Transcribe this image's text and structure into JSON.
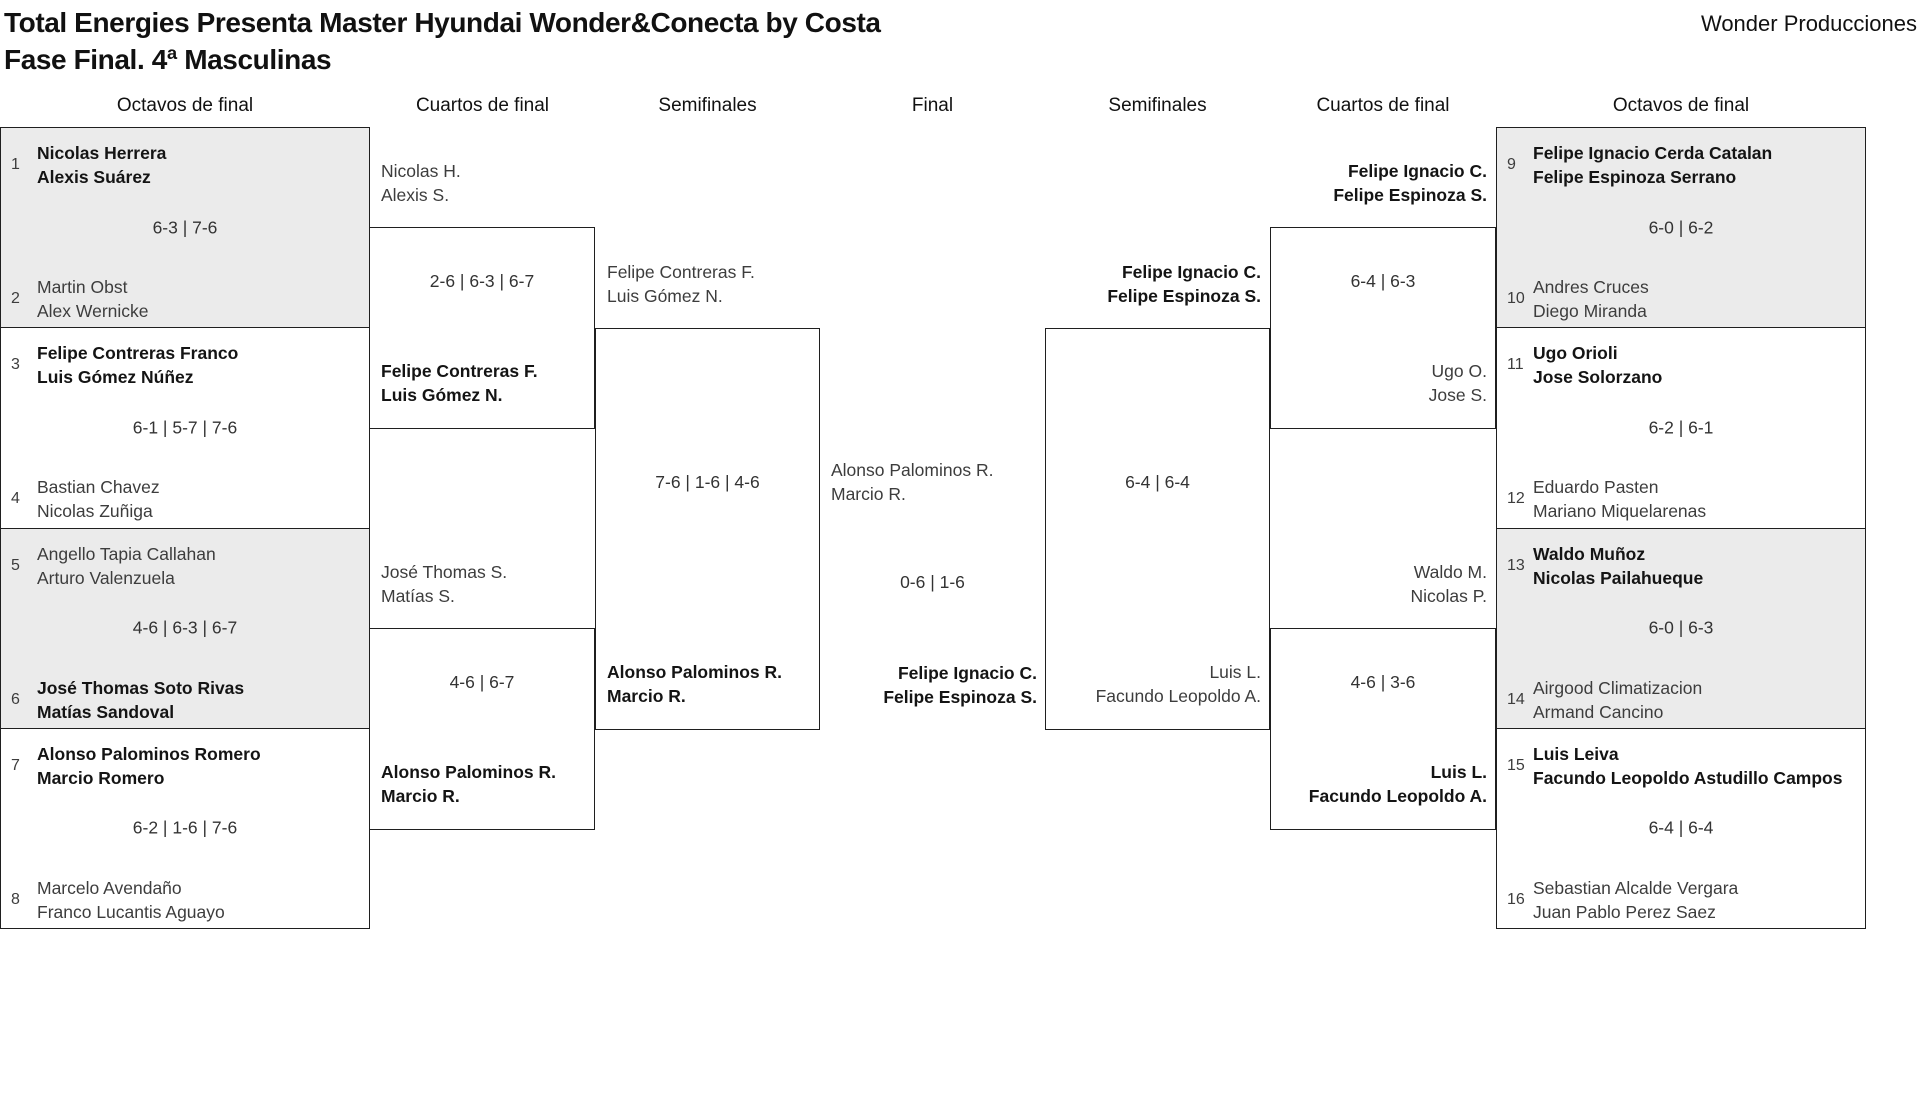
{
  "header": {
    "title_line1": "Total Energies Presenta Master Hyundai Wonder&Conecta by Costa",
    "title_line2": "Fase Final. 4ª Masculinas",
    "brand": "Wonder Producciones"
  },
  "rounds": [
    "Octavos de final",
    "Cuartos de final",
    "Semifinales",
    "Final",
    "Semifinales",
    "Cuartos de final",
    "Octavos de final"
  ],
  "colors": {
    "background": "#ffffff",
    "shaded_match": "#ebebeb",
    "border": "#1f1f1f",
    "winner_text": "#141414",
    "regular_text": "#3d3d3d",
    "score_text": "#333333"
  },
  "r16": {
    "left": [
      {
        "score": "6-3 | 7-6",
        "top": {
          "seed": "1",
          "p1": "Nicolas Herrera",
          "p2": "Alexis Suárez",
          "winner": true
        },
        "bottom": {
          "seed": "2",
          "p1": "Martin Obst",
          "p2": "Alex Wernicke",
          "winner": false
        }
      },
      {
        "score": "6-1 | 5-7 | 7-6",
        "top": {
          "seed": "3",
          "p1": "Felipe Contreras Franco",
          "p2": "Luis Gómez Núñez",
          "winner": true
        },
        "bottom": {
          "seed": "4",
          "p1": "Bastian Chavez",
          "p2": "Nicolas Zuñiga",
          "winner": false
        }
      },
      {
        "score": "4-6 | 6-3 | 6-7",
        "top": {
          "seed": "5",
          "p1": "Angello Tapia Callahan",
          "p2": "Arturo Valenzuela",
          "winner": false
        },
        "bottom": {
          "seed": "6",
          "p1": "José Thomas Soto Rivas",
          "p2": "Matías Sandoval",
          "winner": true
        }
      },
      {
        "score": "6-2 | 1-6 | 7-6",
        "top": {
          "seed": "7",
          "p1": "Alonso Palominos Romero",
          "p2": "Marcio Romero",
          "winner": true
        },
        "bottom": {
          "seed": "8",
          "p1": "Marcelo Avendaño",
          "p2": "Franco Lucantis Aguayo",
          "winner": false
        }
      }
    ],
    "right": [
      {
        "score": "6-0 | 6-2",
        "top": {
          "seed": "9",
          "p1": "Felipe Ignacio Cerda Catalan",
          "p2": "Felipe Espinoza Serrano",
          "winner": true
        },
        "bottom": {
          "seed": "10",
          "p1": "Andres Cruces",
          "p2": "Diego Miranda",
          "winner": false
        }
      },
      {
        "score": "6-2 | 6-1",
        "top": {
          "seed": "11",
          "p1": "Ugo Orioli",
          "p2": "Jose Solorzano",
          "winner": true
        },
        "bottom": {
          "seed": "12",
          "p1": "Eduardo Pasten",
          "p2": "Mariano Miquelarenas",
          "winner": false
        }
      },
      {
        "score": "6-0 | 6-3",
        "top": {
          "seed": "13",
          "p1": "Waldo Muñoz",
          "p2": "Nicolas Pailahueque",
          "winner": true
        },
        "bottom": {
          "seed": "14",
          "p1": "Airgood Climatizacion",
          "p2": "Armand Cancino",
          "winner": false
        }
      },
      {
        "score": "6-4 | 6-4",
        "top": {
          "seed": "15",
          "p1": "Luis Leiva",
          "p2": "Facundo Leopoldo Astudillo Campos",
          "winner": true
        },
        "bottom": {
          "seed": "16",
          "p1": "Sebastian Alcalde Vergara",
          "p2": "Juan Pablo Perez Saez",
          "winner": false
        }
      }
    ]
  },
  "qf": {
    "left": [
      {
        "score": "2-6 | 6-3 | 6-7",
        "top": {
          "p1": "Nicolas H.",
          "p2": "Alexis S.",
          "winner": false
        },
        "bottom": {
          "p1": "Felipe Contreras F.",
          "p2": "Luis Gómez N.",
          "winner": true
        }
      },
      {
        "score": "4-6 | 6-7",
        "top": {
          "p1": "José Thomas S.",
          "p2": "Matías S.",
          "winner": false
        },
        "bottom": {
          "p1": "Alonso Palominos R.",
          "p2": "Marcio R.",
          "winner": true
        }
      }
    ],
    "right": [
      {
        "score": "6-4 | 6-3",
        "top": {
          "p1": "Felipe Ignacio C.",
          "p2": "Felipe Espinoza S.",
          "winner": true
        },
        "bottom": {
          "p1": "Ugo O.",
          "p2": "Jose S.",
          "winner": false
        }
      },
      {
        "score": "4-6 | 3-6",
        "top": {
          "p1": "Waldo M.",
          "p2": "Nicolas P.",
          "winner": false
        },
        "bottom": {
          "p1": "Luis L.",
          "p2": "Facundo Leopoldo A.",
          "winner": true
        }
      }
    ]
  },
  "sf": {
    "left": {
      "score": "7-6 | 1-6 | 4-6",
      "top": {
        "p1": "Felipe Contreras F.",
        "p2": "Luis Gómez N.",
        "winner": false
      },
      "bottom": {
        "p1": "Alonso Palominos R.",
        "p2": "Marcio R.",
        "winner": true
      }
    },
    "right": {
      "score": "6-4 | 6-4",
      "top": {
        "p1": "Felipe Ignacio C.",
        "p2": "Felipe Espinoza S.",
        "winner": true
      },
      "bottom": {
        "p1": "Luis L.",
        "p2": "Facundo Leopoldo A.",
        "winner": false
      }
    }
  },
  "final": {
    "score": "0-6 | 1-6",
    "top": {
      "p1": "Alonso Palominos R.",
      "p2": "Marcio R.",
      "winner": false
    },
    "bottom": {
      "p1": "Felipe Ignacio C.",
      "p2": "Felipe Espinoza S.",
      "winner": true
    }
  }
}
